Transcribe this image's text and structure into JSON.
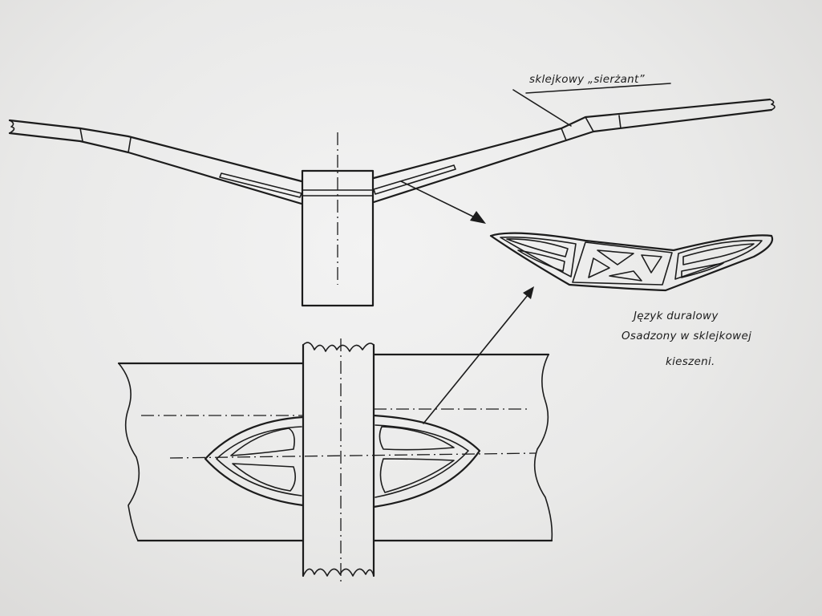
{
  "labels": {
    "sierzant": "sklejkowy „sierżant”",
    "jezyk_line1": "Język duralowy",
    "jezyk_line2": "Osadzony w sklejkowej",
    "jezyk_line3": "kieszeni."
  },
  "icons": {
    "arrowheads": "triangle-arrow"
  }
}
